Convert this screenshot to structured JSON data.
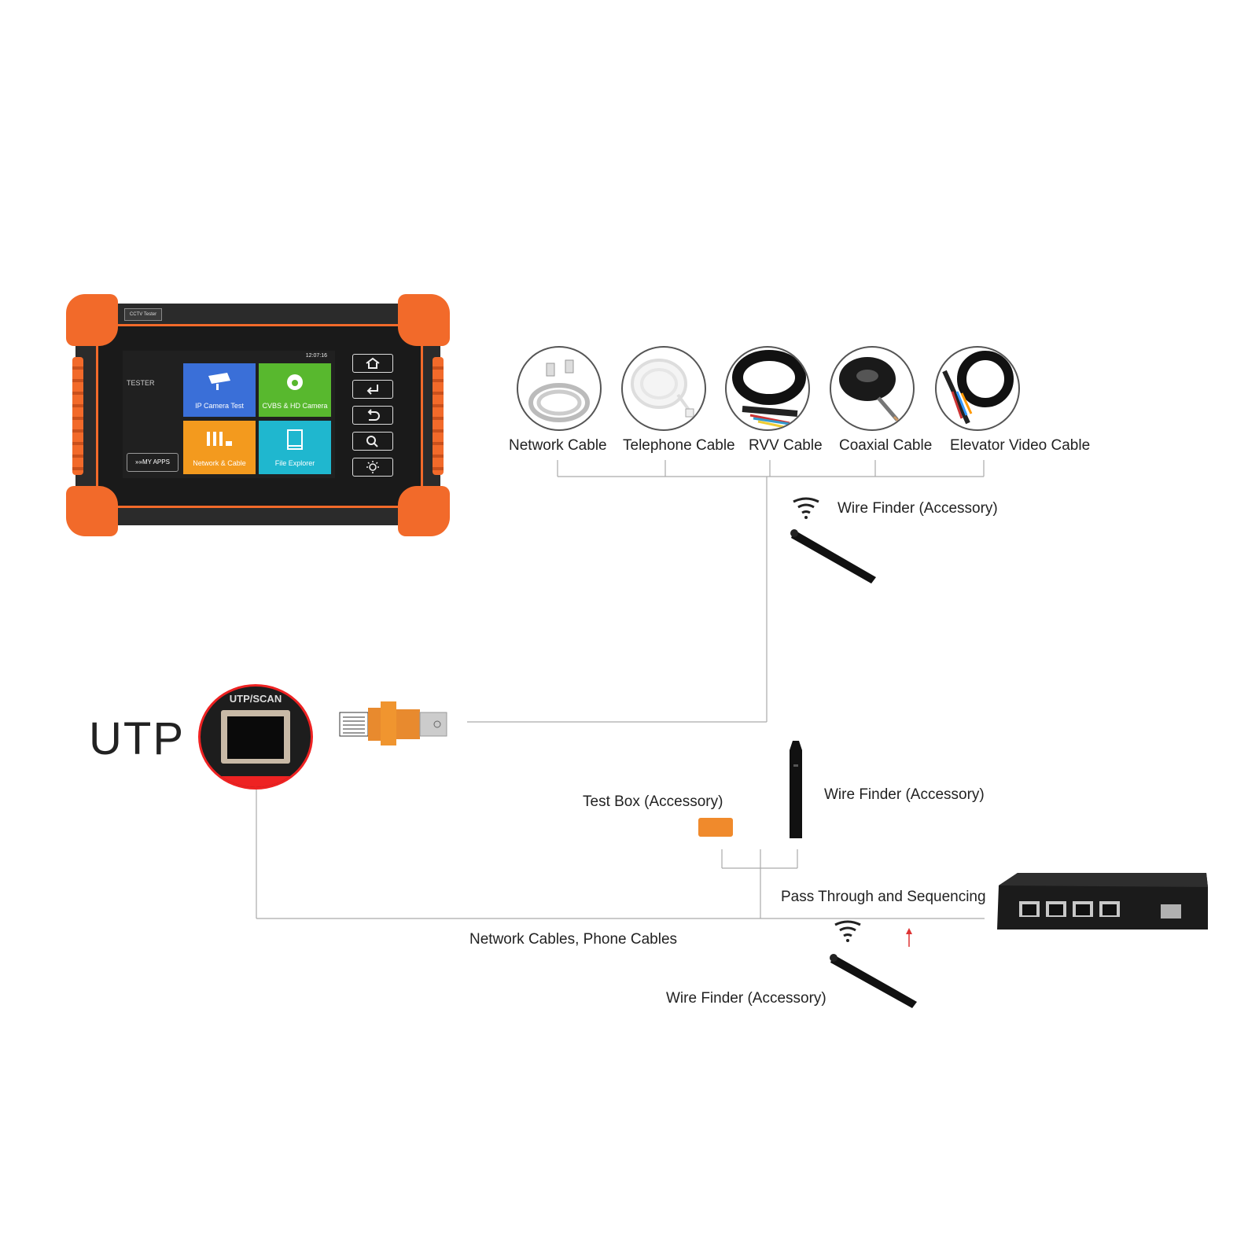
{
  "tester": {
    "brand_label": "CCTV Tester",
    "screen_title": "TESTER",
    "clock": "12:07:16",
    "tiles": [
      {
        "label": "IP Camera Test",
        "color": "#3a6fd8",
        "icon": "camera-icon"
      },
      {
        "label": "CVBS & HD Camera",
        "color": "#58b82e",
        "icon": "dome-camera-icon"
      },
      {
        "label": "Network & Cable",
        "color": "#f39a1e",
        "icon": "cable-icon"
      },
      {
        "label": "File Explorer",
        "color": "#1fb7cf",
        "icon": "folder-icon"
      }
    ],
    "my_apps": "MY APPS",
    "side_buttons": [
      "home-icon",
      "enter-icon",
      "back-icon",
      "zoom-icon",
      "brightness-icon"
    ],
    "body_color": "#2b2b2b",
    "bumper_color": "#f26a2a"
  },
  "cables": [
    {
      "label": "Network Cable",
      "icon": "network-cable-icon"
    },
    {
      "label": "Telephone Cable",
      "icon": "telephone-cable-icon"
    },
    {
      "label": "RVV Cable",
      "icon": "rvv-cable-icon"
    },
    {
      "label": "Coaxial Cable",
      "icon": "coaxial-cable-icon"
    },
    {
      "label": "Elevator Video Cable",
      "icon": "elevator-cable-icon"
    }
  ],
  "accessories": {
    "wire_finder_top": "Wire Finder (Accessory)",
    "wire_finder_mid": "Wire Finder (Accessory)",
    "wire_finder_bottom": "Wire Finder (Accessory)",
    "test_box": "Test Box (Accessory)"
  },
  "port": {
    "big_label": "UTP",
    "port_label": "UTP/SCAN"
  },
  "labels": {
    "network_phone": "Network Cables, Phone Cables",
    "pass_through": "Pass Through and Sequencing"
  },
  "switch_icon": "network-switch-icon",
  "connector_icon": "bnc-adapter-icon"
}
